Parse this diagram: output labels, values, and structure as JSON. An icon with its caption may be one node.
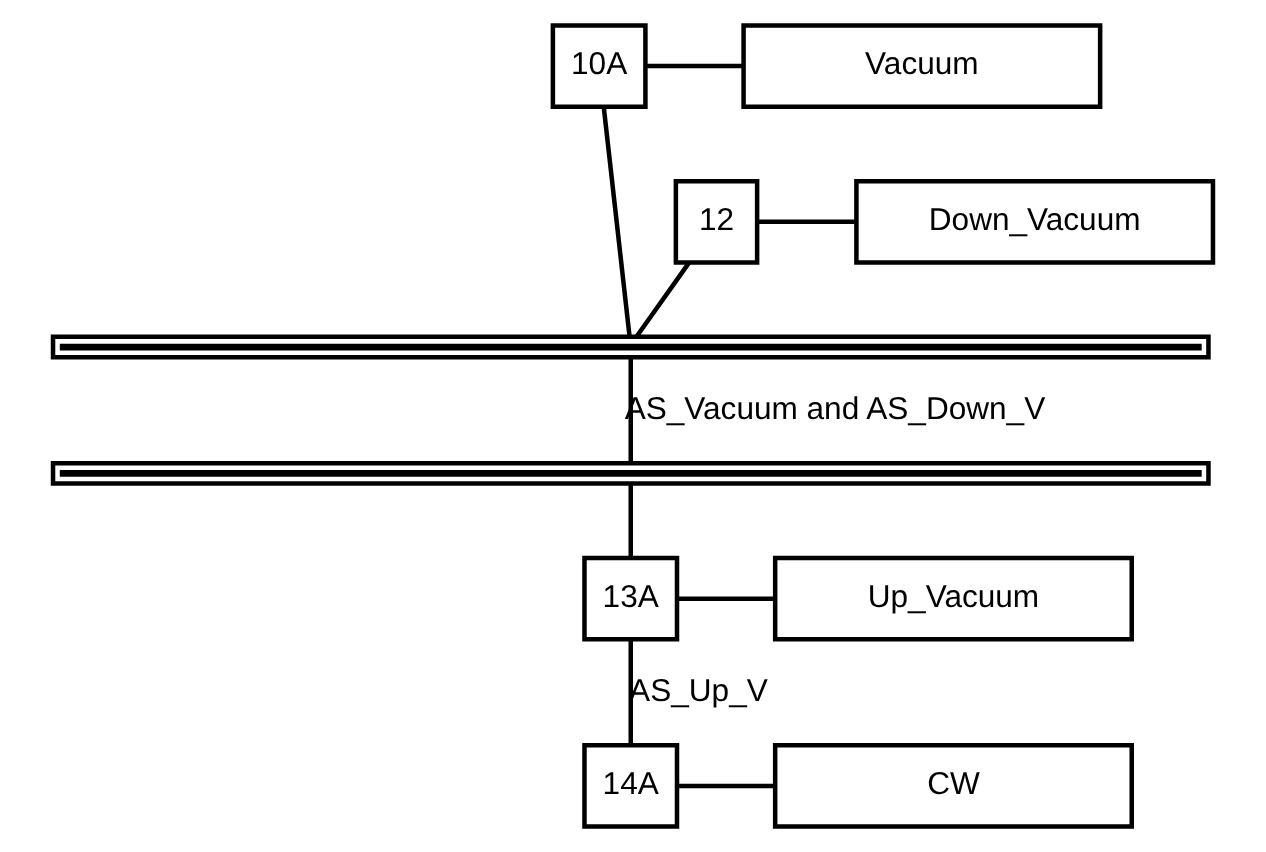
{
  "diagram": {
    "nodes": [
      {
        "text": [
          "10A"
        ]
      },
      {
        "text": [
          "Vacuum"
        ]
      },
      {
        "text": [
          "12"
        ]
      },
      {
        "text": [
          "Down_Vacuum"
        ]
      },
      {
        "text": [],
        "shape": "bar"
      },
      {
        "text": [],
        "shape": "bar"
      },
      {
        "text": [
          "13A"
        ]
      },
      {
        "text": [
          "Up_Vacuum"
        ]
      },
      {
        "text": [
          "14A"
        ]
      },
      {
        "text": [
          "CW"
        ]
      }
    ],
    "edges": [
      {
        "from": 0,
        "to": 1,
        "arrow": "none"
      },
      {
        "from": 0,
        "to": 4,
        "arrow": "none"
      },
      {
        "from": 2,
        "to": 3,
        "arrow": "none"
      },
      {
        "from": 2,
        "to": 4,
        "arrow": "none"
      },
      {
        "from": 4,
        "to": 5,
        "arrow": "none",
        "label": "AS_Vacuum and AS_Down_V"
      },
      {
        "from": 5,
        "to": 6,
        "arrow": "none"
      },
      {
        "from": 6,
        "to": 7,
        "arrow": "none"
      },
      {
        "from": 6,
        "to": 8,
        "arrow": "none",
        "label": "AS_Up_V"
      },
      {
        "from": 8,
        "to": 9,
        "arrow": "none"
      }
    ]
  }
}
